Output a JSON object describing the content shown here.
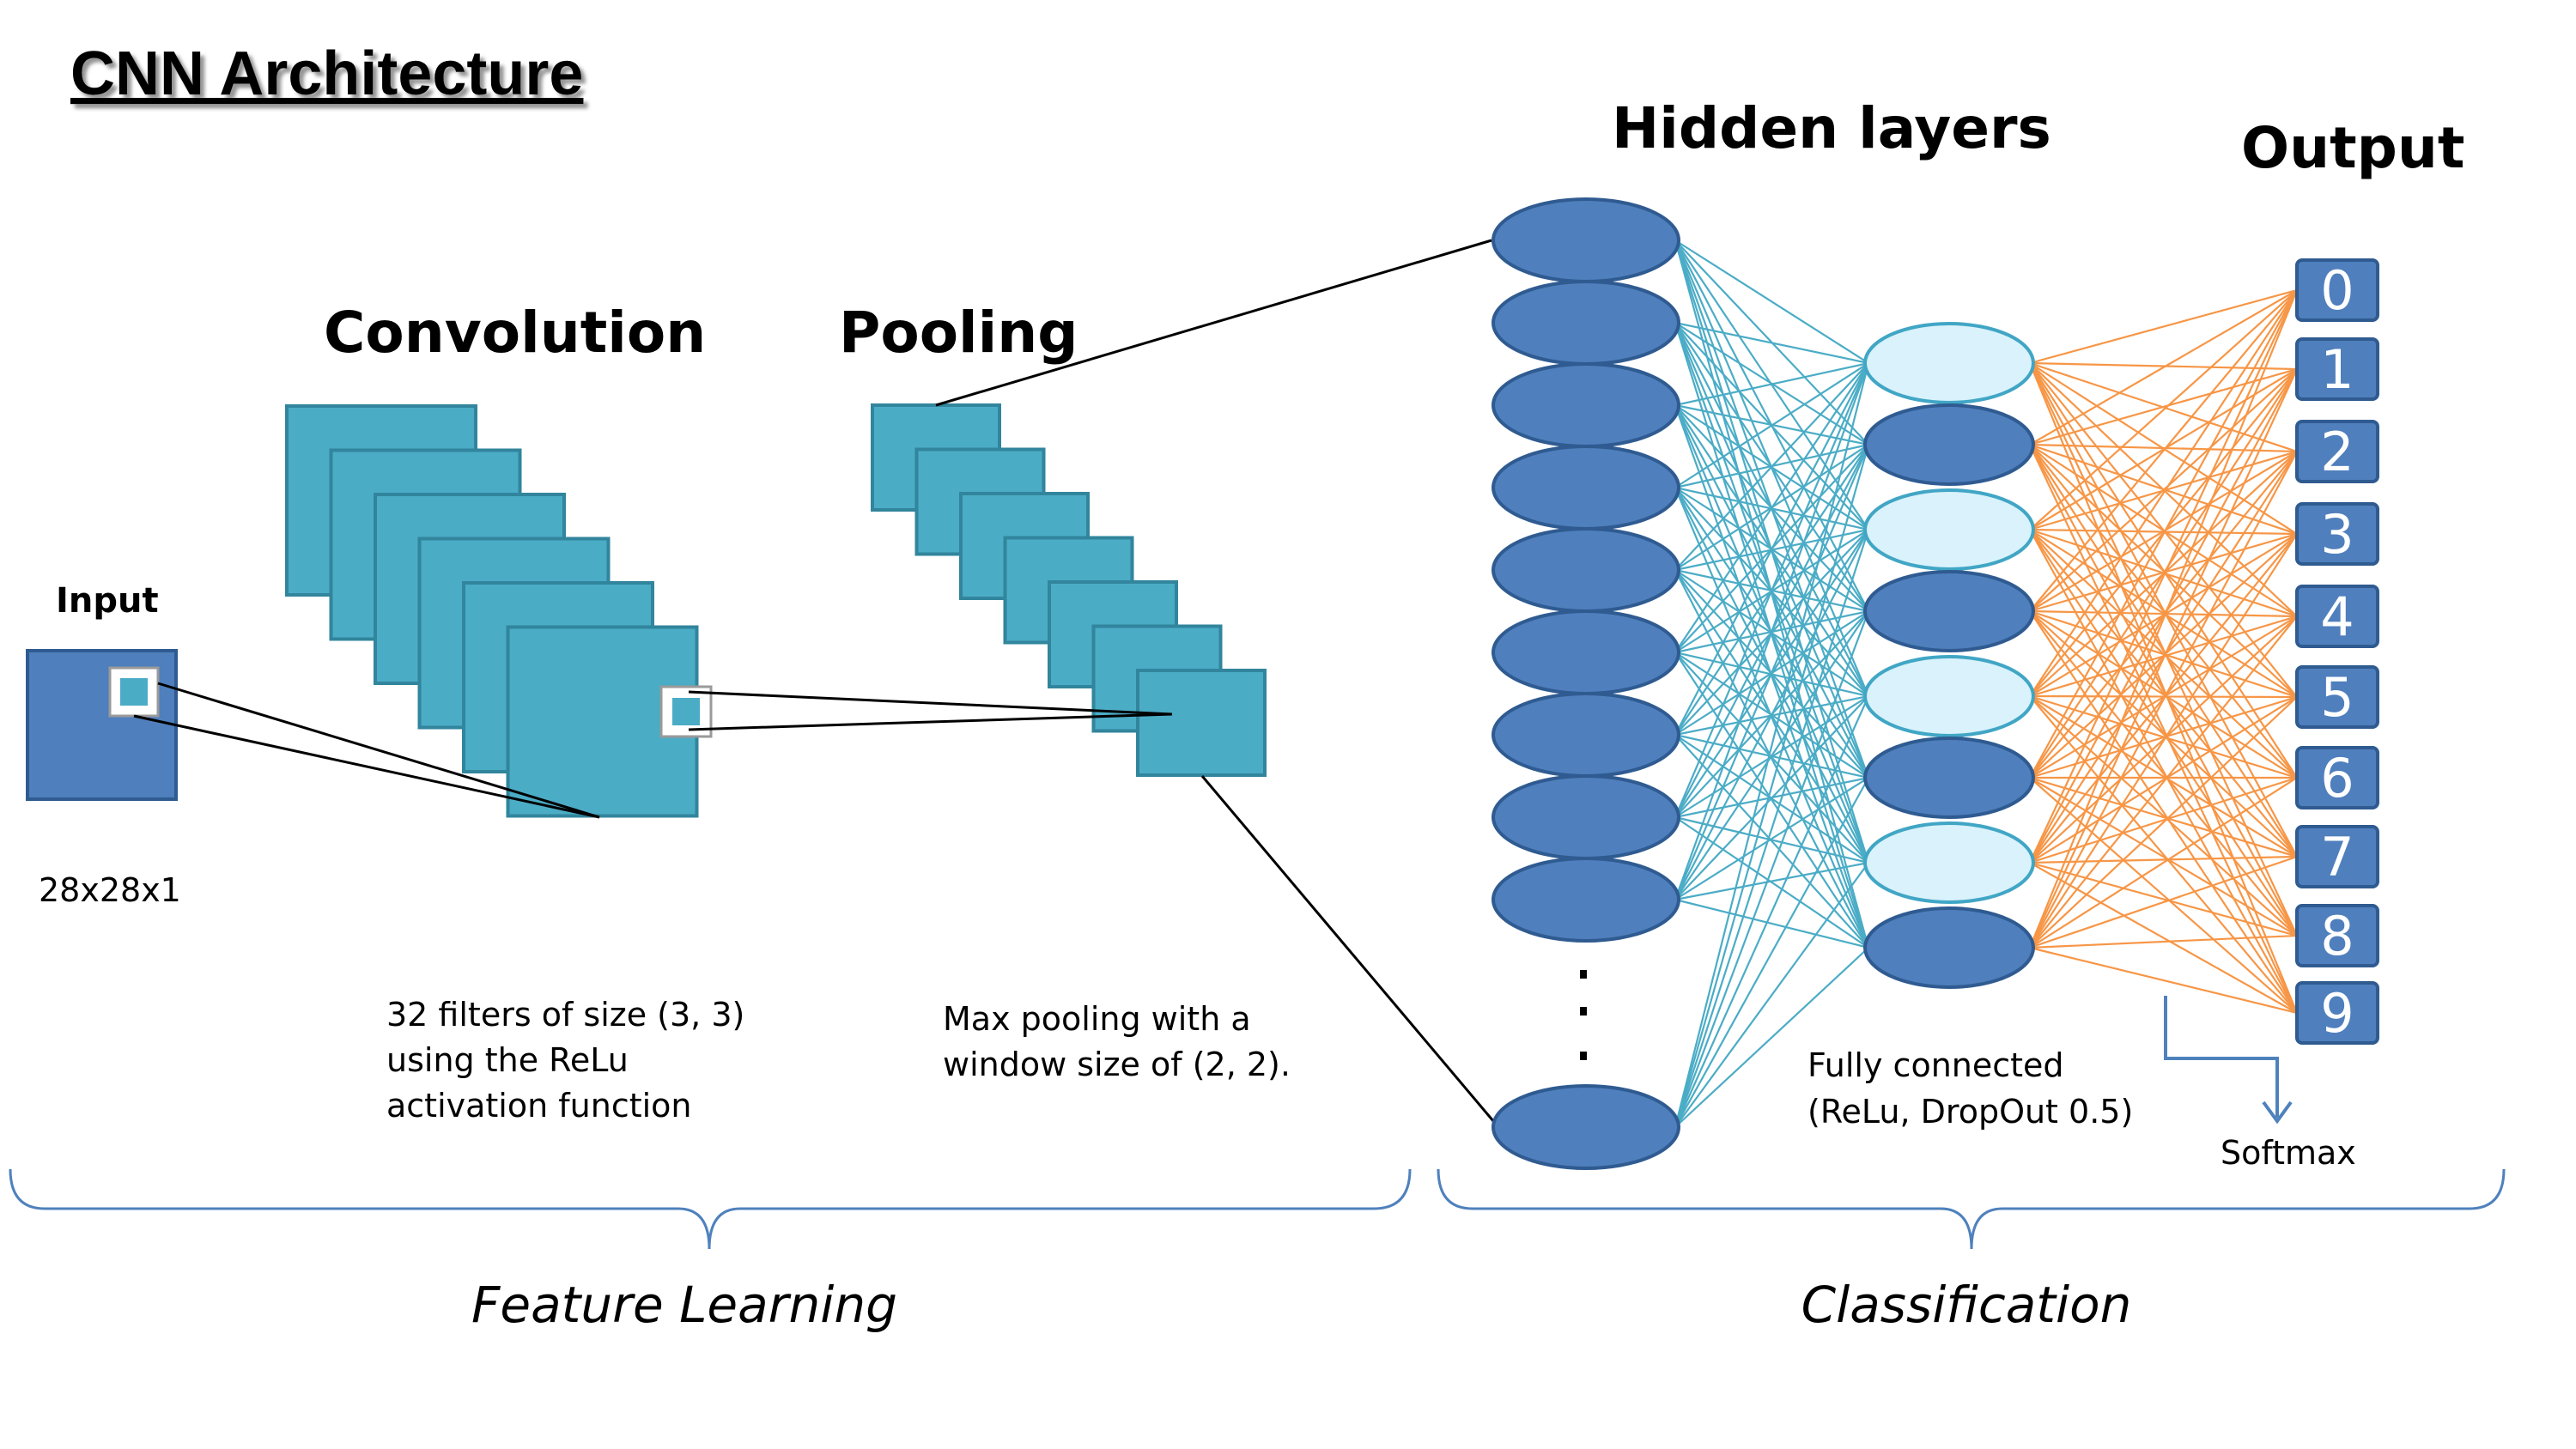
{
  "title": "CNN Architecture",
  "sections": {
    "input": {
      "label": "Input",
      "size": "28x28x1"
    },
    "convolution": {
      "heading": "Convolution",
      "caption": [
        "32 filters of size (3, 3)",
        "using the ReLu",
        "activation function"
      ]
    },
    "pooling": {
      "heading": "Pooling",
      "caption": [
        "Max pooling with a",
        "window size of (2, 2)."
      ]
    },
    "hidden": {
      "heading": "Hidden layers",
      "caption": [
        "Fully connected",
        "(ReLu, DropOut 0.5)"
      ]
    },
    "output": {
      "heading": "Output",
      "digits": [
        "0",
        "1",
        "2",
        "3",
        "4",
        "5",
        "6",
        "7",
        "8",
        "9"
      ],
      "softmax": "Softmax"
    }
  },
  "groups": {
    "feature_learning": "Feature Learning",
    "classification": "Classification"
  },
  "dropout_pattern": [
    true,
    false,
    true,
    false,
    true,
    false,
    true,
    false
  ],
  "colors": {
    "dark_node": "#4f7fbd",
    "node_stroke": "#2f5b91",
    "light_node": "#d9f2fb",
    "light_node_stroke": "#41a6c5",
    "teal": "#4bacc6",
    "teal_stroke": "#31859c",
    "cyan_edge": "#4bacc6",
    "orange_edge": "#f79646",
    "brace": "#4f81bd",
    "output_box": "#4f7fbd"
  }
}
